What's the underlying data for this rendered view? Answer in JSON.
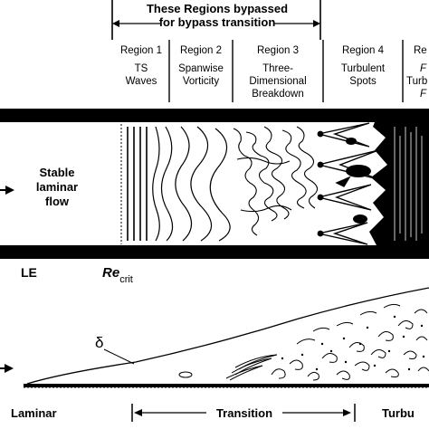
{
  "header": {
    "bypass_line1": "These Regions bypassed",
    "bypass_line2": "for bypass transition"
  },
  "regions": [
    {
      "title": "Region 1",
      "line1": "TS",
      "line2": "Waves",
      "line3": ""
    },
    {
      "title": "Region 2",
      "line1": "Spanwise",
      "line2": "Vorticity",
      "line3": ""
    },
    {
      "title": "Region 3",
      "line1": "Three-",
      "line2": "Dimensional",
      "line3": "Breakdown"
    },
    {
      "title": "Region 4",
      "line1": "Turbulent",
      "line2": "Spots",
      "line3": ""
    },
    {
      "title": "Re",
      "line1": "F",
      "line2": "Turb",
      "line3": "F"
    }
  ],
  "plan_view": {
    "inflow_line1": "Stable",
    "inflow_line2": "laminar",
    "inflow_line3": "flow",
    "le_label": "LE",
    "re_label": "Re",
    "re_subscript": "crit"
  },
  "side_view": {
    "delta_label": "δ",
    "laminar_label": "Laminar",
    "transition_label": "Transition",
    "turbulent_label": "Turbu"
  }
}
